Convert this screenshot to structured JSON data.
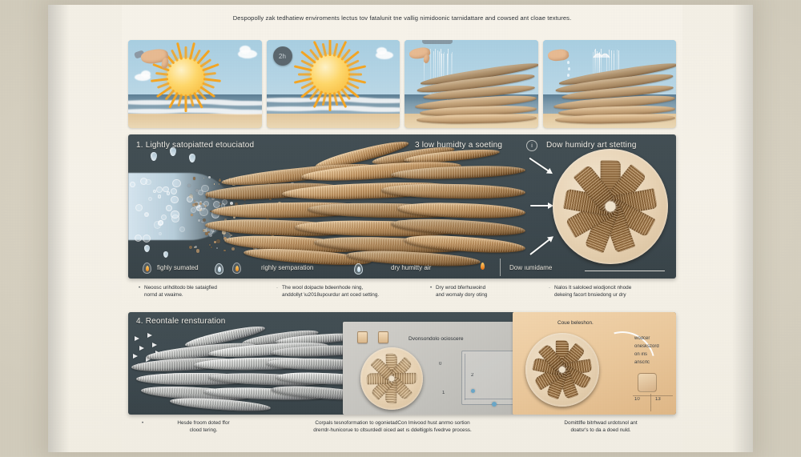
{
  "document": {
    "title": "Driftwood Weathering & Drying Infographic",
    "background_color": "#d9d3c3",
    "panel_color": "#414d52",
    "paper_color": "#f5f1e7",
    "accent_wood": "#8d6538",
    "accent_sun": "#f7b733",
    "accent_water": "#cde5f3"
  },
  "header": {
    "caption": "Despopolly zak tedhatiew enviroments lectus tov fatalunit tne vallig nimidoonic tarnidattare and cowsed ant  cloae textures."
  },
  "filmstrip": {
    "panels": [
      {
        "id": "panel-sun-hand",
        "scene": "sun-over-ocean-with-hand",
        "badge": ""
      },
      {
        "id": "panel-sun-badge",
        "scene": "sun-over-ocean",
        "badge": "2h"
      },
      {
        "id": "panel-rain-wood",
        "scene": "rain-over-driftwood",
        "badge": ""
      },
      {
        "id": "panel-drip-gull",
        "scene": "drip-and-gull-over-driftwood",
        "badge": ""
      }
    ]
  },
  "main_panel": {
    "title_left": "1. Lightly satopiatted etouciatod",
    "title_mid": "3  low humidty a soeting",
    "title_right": "Dow humidry art stetting",
    "labels": [
      {
        "id": "label-highly-saturated",
        "text": "fighly sumated",
        "icon": "flame-icon"
      },
      {
        "id": "label-highly-separation",
        "text": "righly semparation",
        "icon": "drop-icon"
      },
      {
        "id": "label-dry-humidity-air",
        "text": "dry humitty air",
        "icon": "drop-icon"
      },
      {
        "id": "label-low-humidame",
        "text": "Dow  ıumidame",
        "icon": "flame-icon"
      }
    ],
    "badge_icon": "info-circle-icon",
    "arrows": 3
  },
  "captions_top": [
    {
      "bullet": "•",
      "lines": [
        "Neoosc urihditodo ble sataigfied",
        "nornd at vwaime."
      ]
    },
    {
      "bullet": "·",
      "lines": [
        "The wool doipacte bdeenhode ning,",
        "anddollyt \\u2018upourdur ant oced setting."
      ]
    },
    {
      "bullet": "•",
      "lines": [
        "Dry wrod bferhuwoind",
        "and wornaly dory oting"
      ]
    },
    {
      "bullet": "·",
      "lines": [
        "Nalos lt saloloed wiodjoncit nhode",
        "dekeing facort bnsiedong ur dry"
      ]
    }
  ],
  "bottom_panel": {
    "title": "4. Reontale rensturation",
    "blueprint_title": "Dvonsondolo ocioscere",
    "note_title": "Coue beleshon.",
    "side_note": [
      "wodcer",
      "oneskszord",
      "on iris",
      "anscrlc"
    ],
    "axis_labels": [
      "0",
      "1",
      "2",
      "10",
      "13"
    ]
  },
  "captions_bottom": [
    {
      "bullet": "•",
      "lines": [
        "Hesde froom doted ffor",
        "clood tering."
      ]
    },
    {
      "bullet": "",
      "lines": [
        "Corpals tesnoformation to ogonietadCon lmivood hust anrmo sortion",
        "drerrdr-hunicorue to cltsurdedl oiced aet ıs ddeltigpls  fvedrve process."
      ]
    },
    {
      "bullet": "",
      "lines": [
        "Domittlfle bitrhwad urdotsnol ant",
        "doatsr's to da a doed nuld."
      ]
    }
  ]
}
